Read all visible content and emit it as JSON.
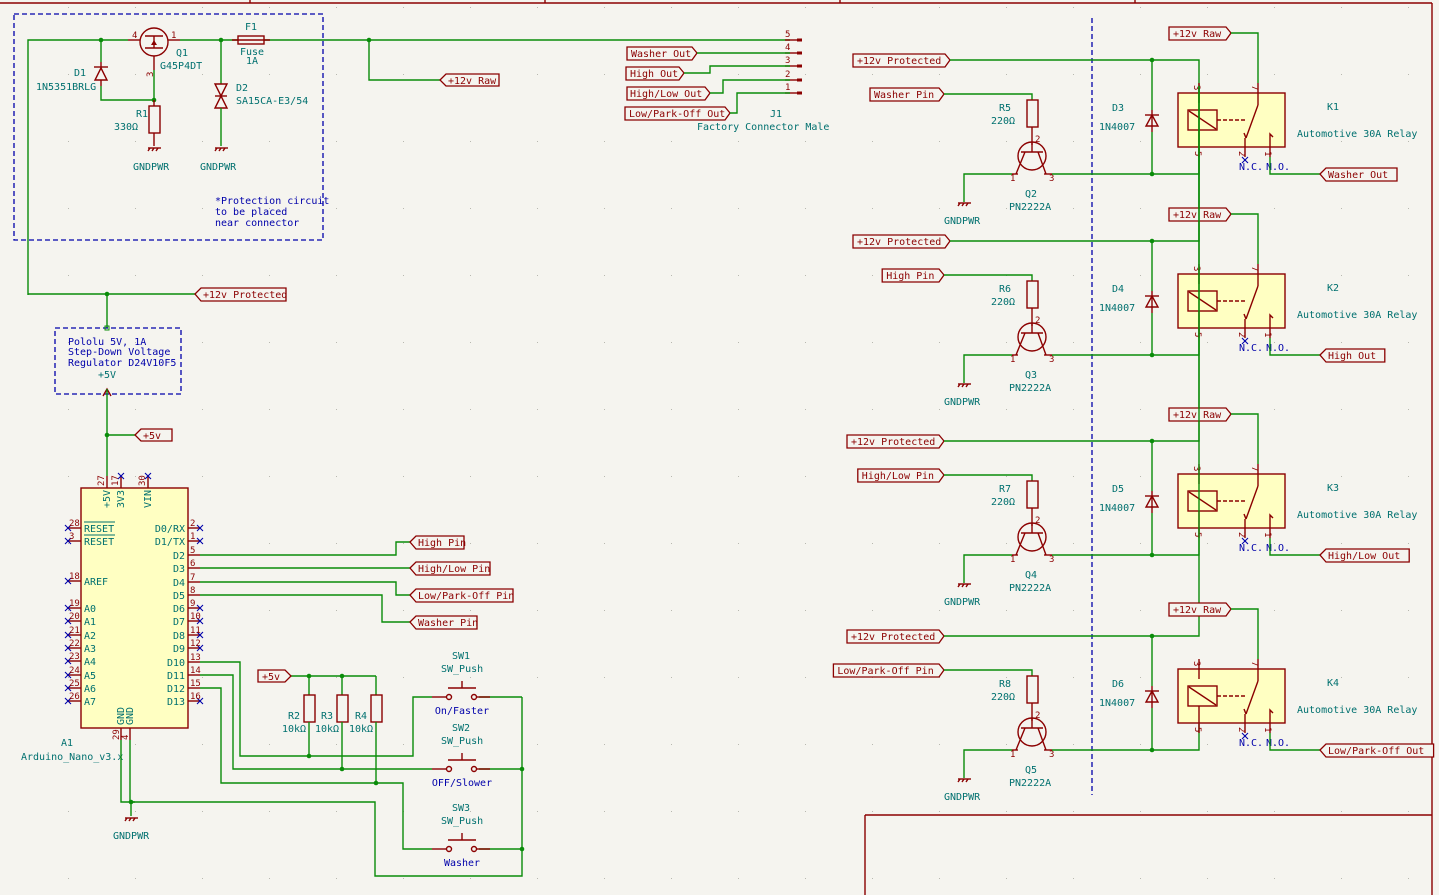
{
  "protection_note": [
    "*Protection circuit",
    "to be placed",
    "near connector"
  ],
  "q1": {
    "ref": "Q1",
    "value": "G45P4DT",
    "pins": [
      "4",
      "1",
      "3"
    ]
  },
  "f1": {
    "ref": "F1",
    "value1": "Fuse",
    "value2": "1A"
  },
  "d1": {
    "ref": "D1",
    "value": "1N5351BRLG"
  },
  "d2": {
    "ref": "D2",
    "value": "SA15CA-E3/54"
  },
  "r1": {
    "ref": "R1",
    "value": "330Ω"
  },
  "gnd_label": "GNDPWR",
  "j1": {
    "ref": "J1",
    "value": "Factory Connector Male",
    "pins": [
      "5",
      "4",
      "3",
      "2",
      "1"
    ]
  },
  "labels": {
    "v12raw": "+12v Raw",
    "v12prot": "+12v Protected",
    "v5": "+5v",
    "washer_out": "Washer Out",
    "high_out": "High Out",
    "highlow_out": "High/Low Out",
    "lowpark_out": "Low/Park-Off Out",
    "high_pin": "High Pin",
    "highlow_pin": "High/Low Pin",
    "lowpark_pin": "Low/Park-Off Pin",
    "washer_pin": "Washer Pin"
  },
  "regulator": {
    "lines": [
      "Pololu 5V, 1A",
      "Step-Down Voltage",
      "Regulator D24V10F5"
    ],
    "out": "+5V"
  },
  "arduino": {
    "ref": "A1",
    "value": "Arduino_Nano_v3.x",
    "top_pins": [
      {
        "num": "27",
        "name": "+5V"
      },
      {
        "num": "17",
        "name": "3V3"
      },
      {
        "num": "30",
        "name": "VIN"
      }
    ],
    "left_pins": [
      {
        "num": "28",
        "name": "RESET"
      },
      {
        "num": "3",
        "name": "RESET"
      },
      {
        "num": "18",
        "name": "AREF"
      },
      {
        "num": "19",
        "name": "A0"
      },
      {
        "num": "20",
        "name": "A1"
      },
      {
        "num": "21",
        "name": "A2"
      },
      {
        "num": "22",
        "name": "A3"
      },
      {
        "num": "23",
        "name": "A4"
      },
      {
        "num": "24",
        "name": "A5"
      },
      {
        "num": "25",
        "name": "A6"
      },
      {
        "num": "26",
        "name": "A7"
      }
    ],
    "right_pins": [
      {
        "num": "2",
        "name": "D0/RX"
      },
      {
        "num": "1",
        "name": "D1/TX"
      },
      {
        "num": "5",
        "name": "D2"
      },
      {
        "num": "6",
        "name": "D3"
      },
      {
        "num": "7",
        "name": "D4"
      },
      {
        "num": "8",
        "name": "D5"
      },
      {
        "num": "9",
        "name": "D6"
      },
      {
        "num": "10",
        "name": "D7"
      },
      {
        "num": "11",
        "name": "D8"
      },
      {
        "num": "12",
        "name": "D9"
      },
      {
        "num": "13",
        "name": "D10"
      },
      {
        "num": "14",
        "name": "D11"
      },
      {
        "num": "15",
        "name": "D12"
      },
      {
        "num": "16",
        "name": "D13"
      }
    ],
    "bottom_pins": [
      {
        "num": "29",
        "name": "GND"
      },
      {
        "num": "4",
        "name": "GND"
      }
    ]
  },
  "pullups": [
    {
      "ref": "R2",
      "value": "10kΩ"
    },
    {
      "ref": "R3",
      "value": "10kΩ"
    },
    {
      "ref": "R4",
      "value": "10kΩ"
    }
  ],
  "switches": [
    {
      "ref": "SW1",
      "value": "SW_Push",
      "desc": "On/Faster"
    },
    {
      "ref": "SW2",
      "value": "SW_Push",
      "desc": "OFF/Slower"
    },
    {
      "ref": "SW3",
      "value": "SW_Push",
      "desc": "Washer"
    }
  ],
  "relay_channels": [
    {
      "input": "Washer Pin",
      "output": "Washer Out",
      "r": "R5",
      "q": "Q2",
      "d": "D3",
      "k": "K1"
    },
    {
      "input": "High Pin",
      "output": "High Out",
      "r": "R6",
      "q": "Q3",
      "d": "D4",
      "k": "K2"
    },
    {
      "input": "High/Low Pin",
      "output": "High/Low Out",
      "r": "R7",
      "q": "Q4",
      "d": "D5",
      "k": "K3"
    },
    {
      "input": "Low/Park-Off Pin",
      "output": "Low/Park-Off Out",
      "r": "R8",
      "q": "Q5",
      "d": "D6",
      "k": "K4"
    }
  ],
  "relay_common": {
    "r_value": "220Ω",
    "q_value": "PN2222A",
    "d_value": "1N4007",
    "k_value": "Automotive 30A Relay",
    "nc": "N.C.",
    "no": "N.O.",
    "coil_pins": [
      "3",
      "5"
    ],
    "switch_pins": [
      "7",
      "2",
      "1"
    ],
    "q_pins": [
      "1",
      "2",
      "3"
    ]
  }
}
